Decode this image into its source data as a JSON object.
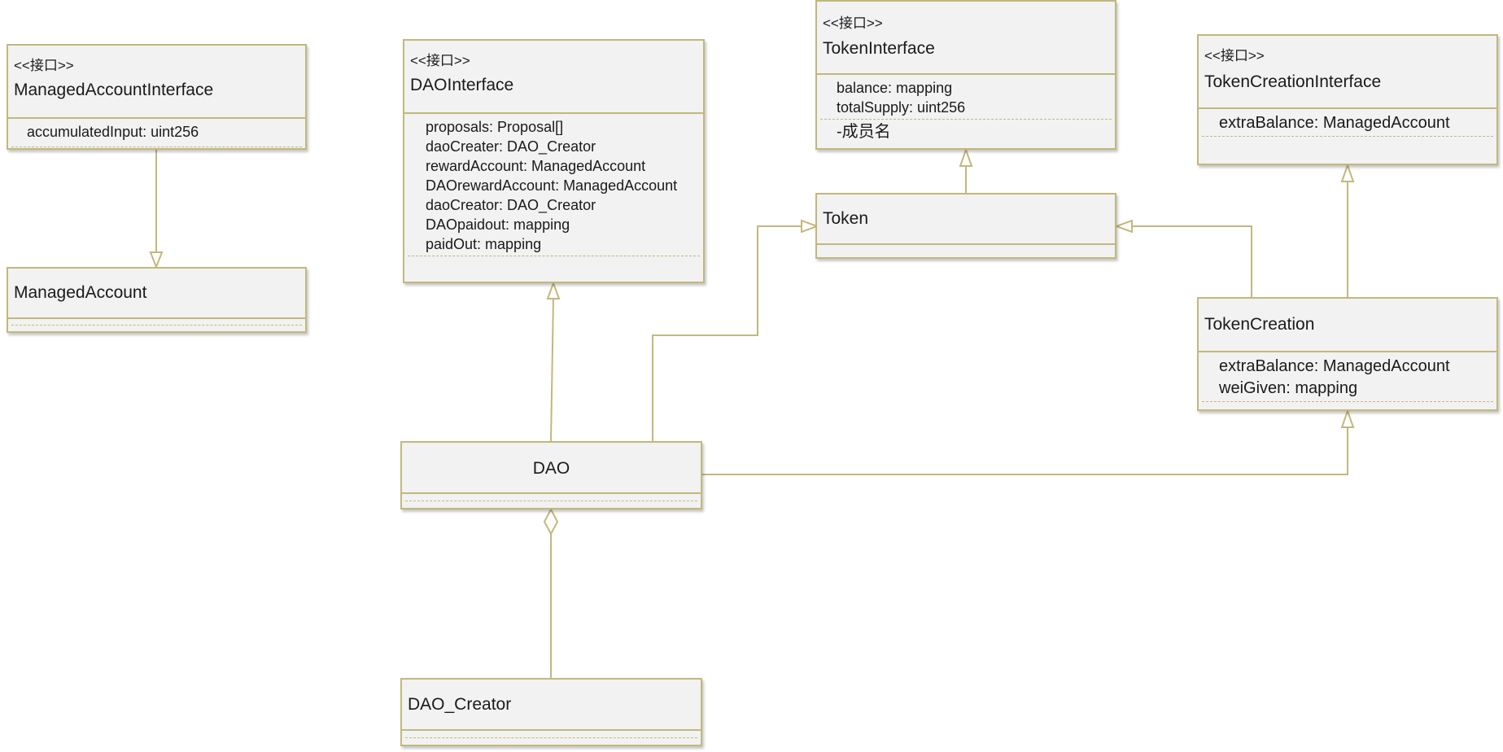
{
  "diagram": {
    "classes": {
      "managed_account_interface": {
        "stereotype": "<<接口>>",
        "name": "ManagedAccountInterface",
        "attributes": [
          "accumulatedInput: uint256"
        ]
      },
      "managed_account": {
        "name": "ManagedAccount"
      },
      "dao_interface": {
        "stereotype": "<<接口>>",
        "name": "DAOInterface",
        "attributes": [
          "proposals: Proposal[]",
          "daoCreater: DAO_Creator",
          "rewardAccount: ManagedAccount",
          "DAOrewardAccount: ManagedAccount",
          "daoCreator: DAO_Creator",
          "DAOpaidout: mapping",
          "paidOut: mapping"
        ]
      },
      "token_interface": {
        "stereotype": "<<接口>>",
        "name": "TokenInterface",
        "attributes": [
          "balance: mapping",
          "totalSupply: uint256"
        ],
        "members": [
          "-成员名"
        ]
      },
      "token": {
        "name": "Token"
      },
      "token_creation_interface": {
        "stereotype": "<<接口>>",
        "name": "TokenCreationInterface",
        "attributes": [
          "extraBalance: ManagedAccount"
        ]
      },
      "token_creation": {
        "name": "TokenCreation",
        "attributes": [
          "extraBalance: ManagedAccount",
          "weiGiven: mapping"
        ]
      },
      "dao": {
        "name": "DAO"
      },
      "dao_creator": {
        "name": "DAO_Creator"
      }
    },
    "colors": {
      "border": "#c2b87c",
      "fill": "#f2f2f2",
      "line": "#c2b87c",
      "text": "#1a1a1a"
    },
    "relations": [
      {
        "from": "ManagedAccountInterface",
        "to": "ManagedAccount",
        "kind": "realization"
      },
      {
        "from": "DAO",
        "to": "DAOInterface",
        "kind": "generalization"
      },
      {
        "from": "DAO",
        "to": "Token",
        "kind": "generalization"
      },
      {
        "from": "DAO",
        "to": "TokenCreation",
        "kind": "generalization"
      },
      {
        "from": "Token",
        "to": "TokenInterface",
        "kind": "generalization"
      },
      {
        "from": "TokenCreation",
        "to": "Token",
        "kind": "generalization"
      },
      {
        "from": "TokenCreation",
        "to": "TokenCreationInterface",
        "kind": "generalization"
      },
      {
        "from": "DAO_Creator",
        "to": "DAO",
        "kind": "aggregation"
      }
    ]
  }
}
